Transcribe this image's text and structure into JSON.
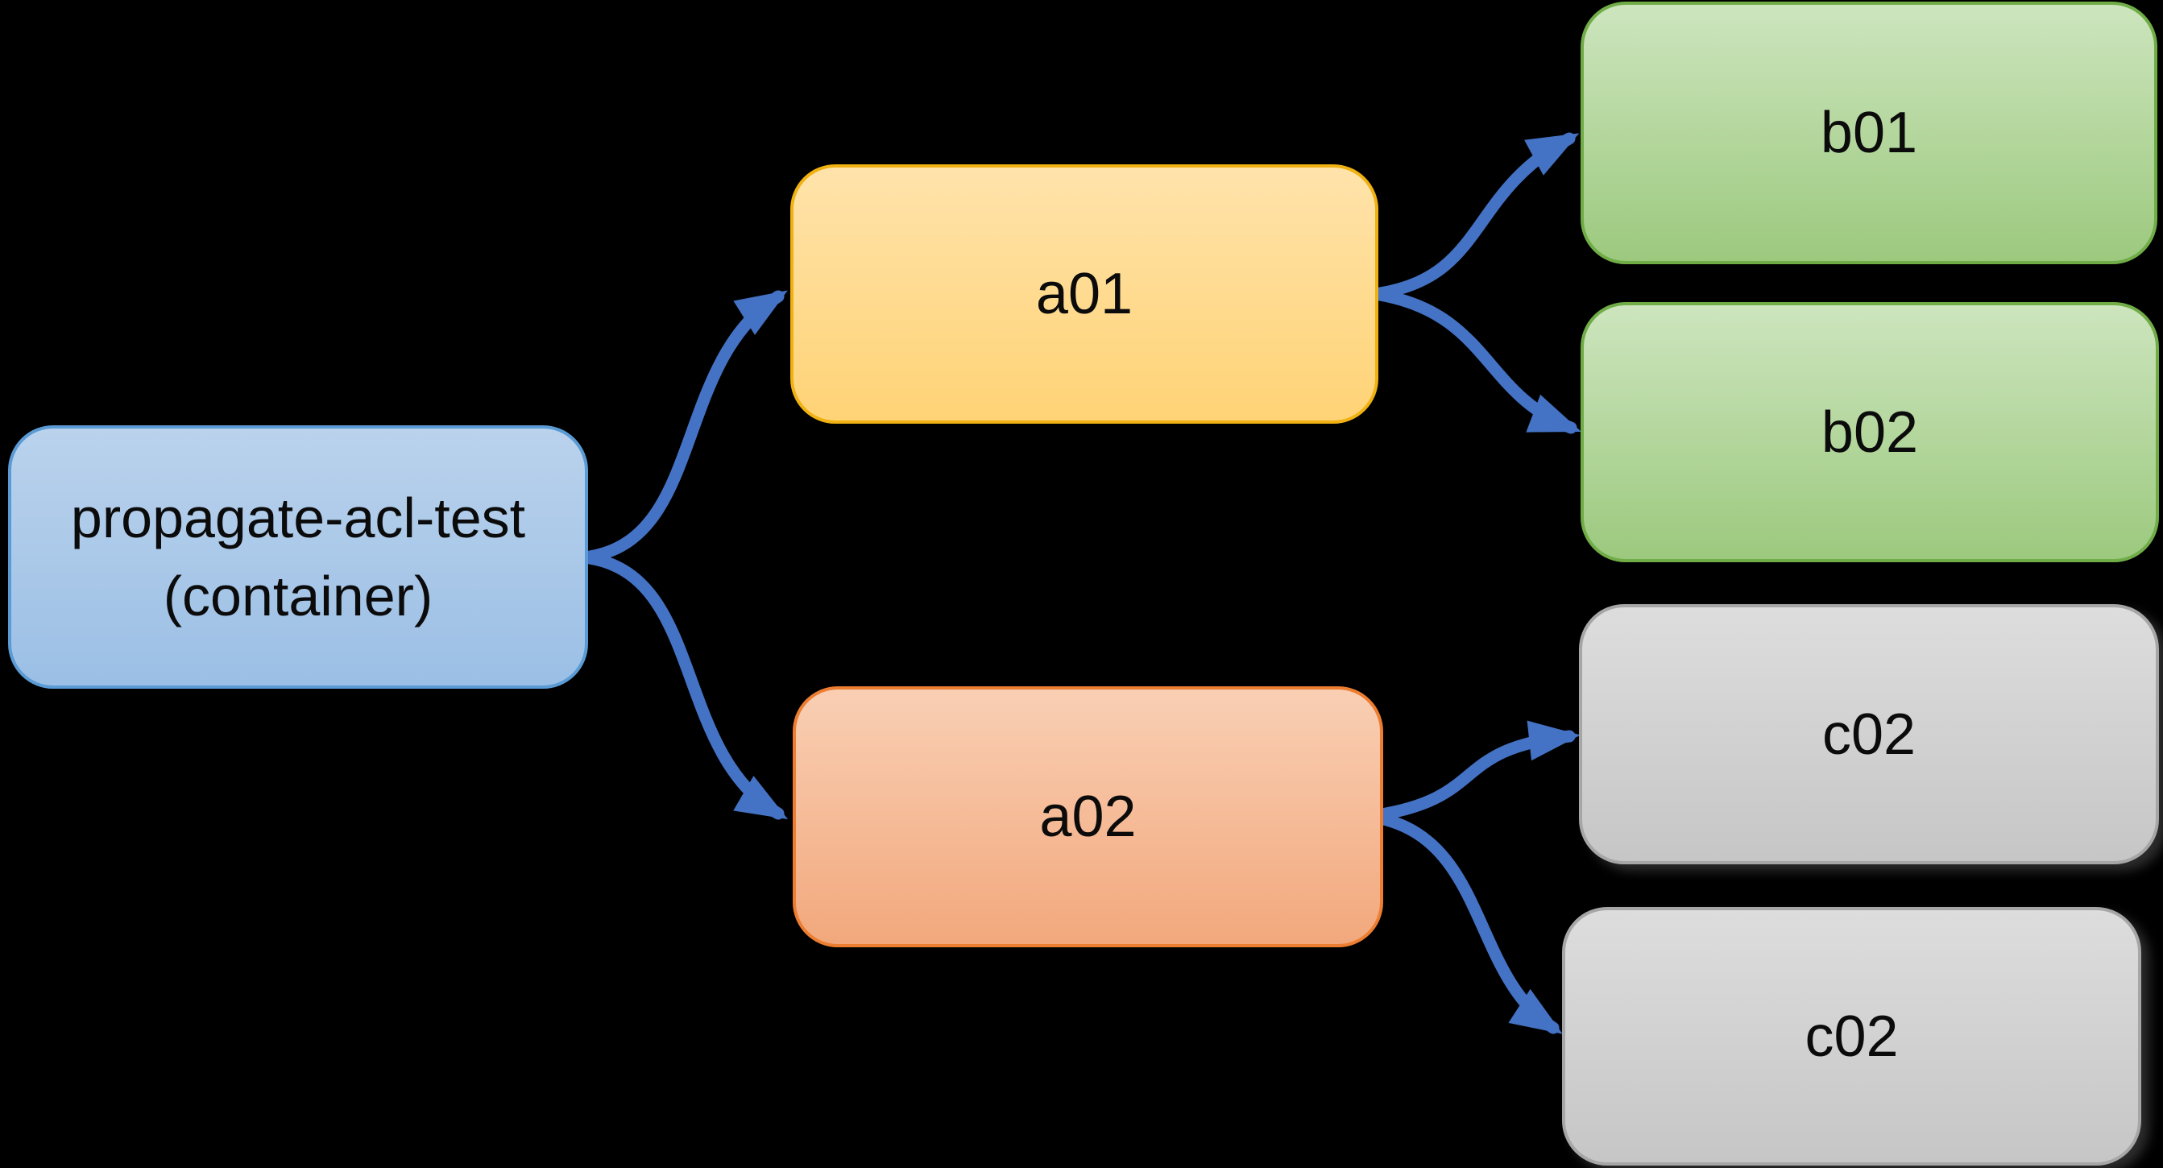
{
  "diagram": {
    "background_color": "#000000",
    "arrow_color": "#4472C4",
    "nodes": {
      "container": {
        "label_line1": "propagate-acl-test",
        "label_line2": "(container)",
        "fill_top": "#BAD2EC",
        "fill_bottom": "#9BBFE5",
        "border_color": "#5B9BD5"
      },
      "a01": {
        "label": "a01",
        "fill_top": "#FFE3AB",
        "fill_bottom": "#FFD376",
        "border_color": "#F0B112"
      },
      "a02": {
        "label": "a02",
        "fill_top": "#F9CFB4",
        "fill_bottom": "#F2A87C",
        "border_color": "#ED7D31"
      },
      "b01": {
        "label": "b01",
        "fill_top": "#CDE5BE",
        "fill_bottom": "#9CC97E",
        "border_color": "#70AD47"
      },
      "b02": {
        "label": "b02",
        "fill_top": "#CDE5BE",
        "fill_bottom": "#9CC97E",
        "border_color": "#70AD47"
      },
      "c02_upper": {
        "label": "c02",
        "fill_top": "#DDDDDD",
        "fill_bottom": "#C6C6C6",
        "border_color": "#A6A6A6"
      },
      "c02_lower": {
        "label": "c02",
        "fill_top": "#DDDDDD",
        "fill_bottom": "#C6C6C6",
        "border_color": "#A6A6A6"
      }
    },
    "edges": [
      {
        "from": "container",
        "to": "a01"
      },
      {
        "from": "container",
        "to": "a02"
      },
      {
        "from": "a01",
        "to": "b01"
      },
      {
        "from": "a01",
        "to": "b02"
      },
      {
        "from": "a02",
        "to": "c02_upper"
      },
      {
        "from": "a02",
        "to": "c02_lower"
      }
    ]
  }
}
